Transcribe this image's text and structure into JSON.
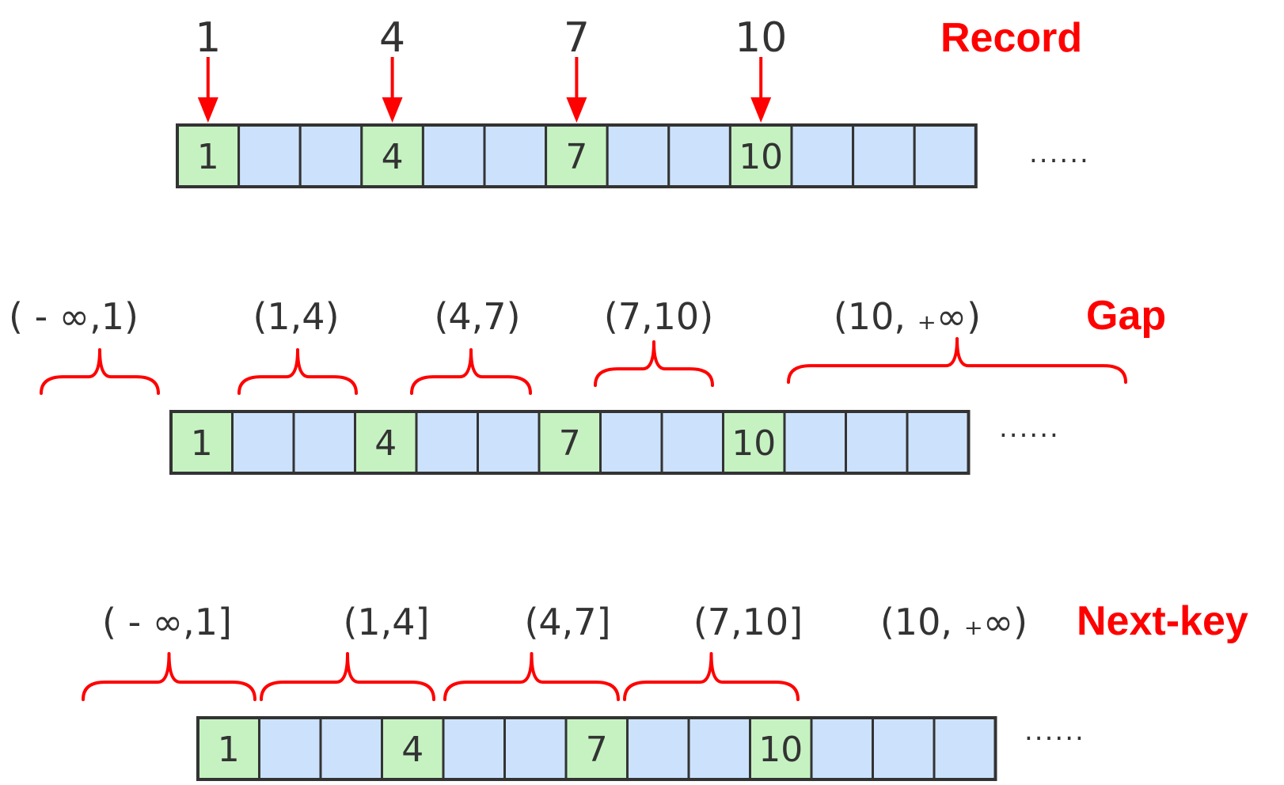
{
  "colors": {
    "record_cell": "#c6f2c2",
    "gap_cell": "#cce2fc",
    "cell_border": "#333333",
    "accent_red": "#ff0000",
    "label_text": "#333333"
  },
  "sections": [
    {
      "id": "record",
      "title": "Record",
      "values": [
        "1",
        "",
        "",
        "4",
        "",
        "",
        "7",
        "",
        "",
        "10",
        "",
        "",
        ""
      ],
      "arrow_labels": [
        "1",
        "4",
        "7",
        "10"
      ],
      "ellipsis": "......"
    },
    {
      "id": "gap",
      "title": "Gap",
      "values": [
        "1",
        "",
        "",
        "4",
        "",
        "",
        "7",
        "",
        "",
        "10",
        "",
        "",
        ""
      ],
      "intervals": [
        "( - ∞,1)",
        "(1,4)",
        "(4,7)",
        "(7,10)",
        "(10, ₊∞)"
      ],
      "ellipsis": "......"
    },
    {
      "id": "next-key",
      "title": "Next-key",
      "values": [
        "1",
        "",
        "",
        "4",
        "",
        "",
        "7",
        "",
        "",
        "10",
        "",
        "",
        ""
      ],
      "intervals": [
        "( - ∞,1]",
        "(1,4]",
        "(4,7]",
        "(7,10]",
        "(10, ₊∞)"
      ],
      "ellipsis": "......"
    }
  ]
}
